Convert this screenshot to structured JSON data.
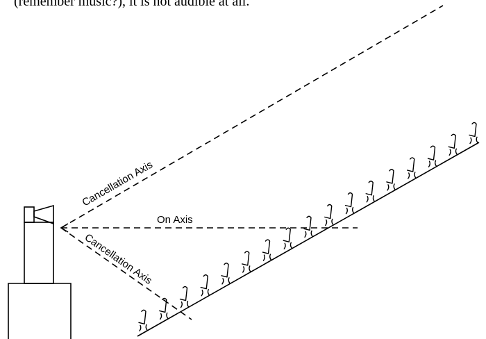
{
  "header": {
    "text": "(remember music?), it is not audible at all."
  },
  "labels": {
    "cancellation_upper": "Cancellation Axis",
    "on_axis": "On Axis",
    "cancellation_lower": "Cancellation Axis"
  }
}
